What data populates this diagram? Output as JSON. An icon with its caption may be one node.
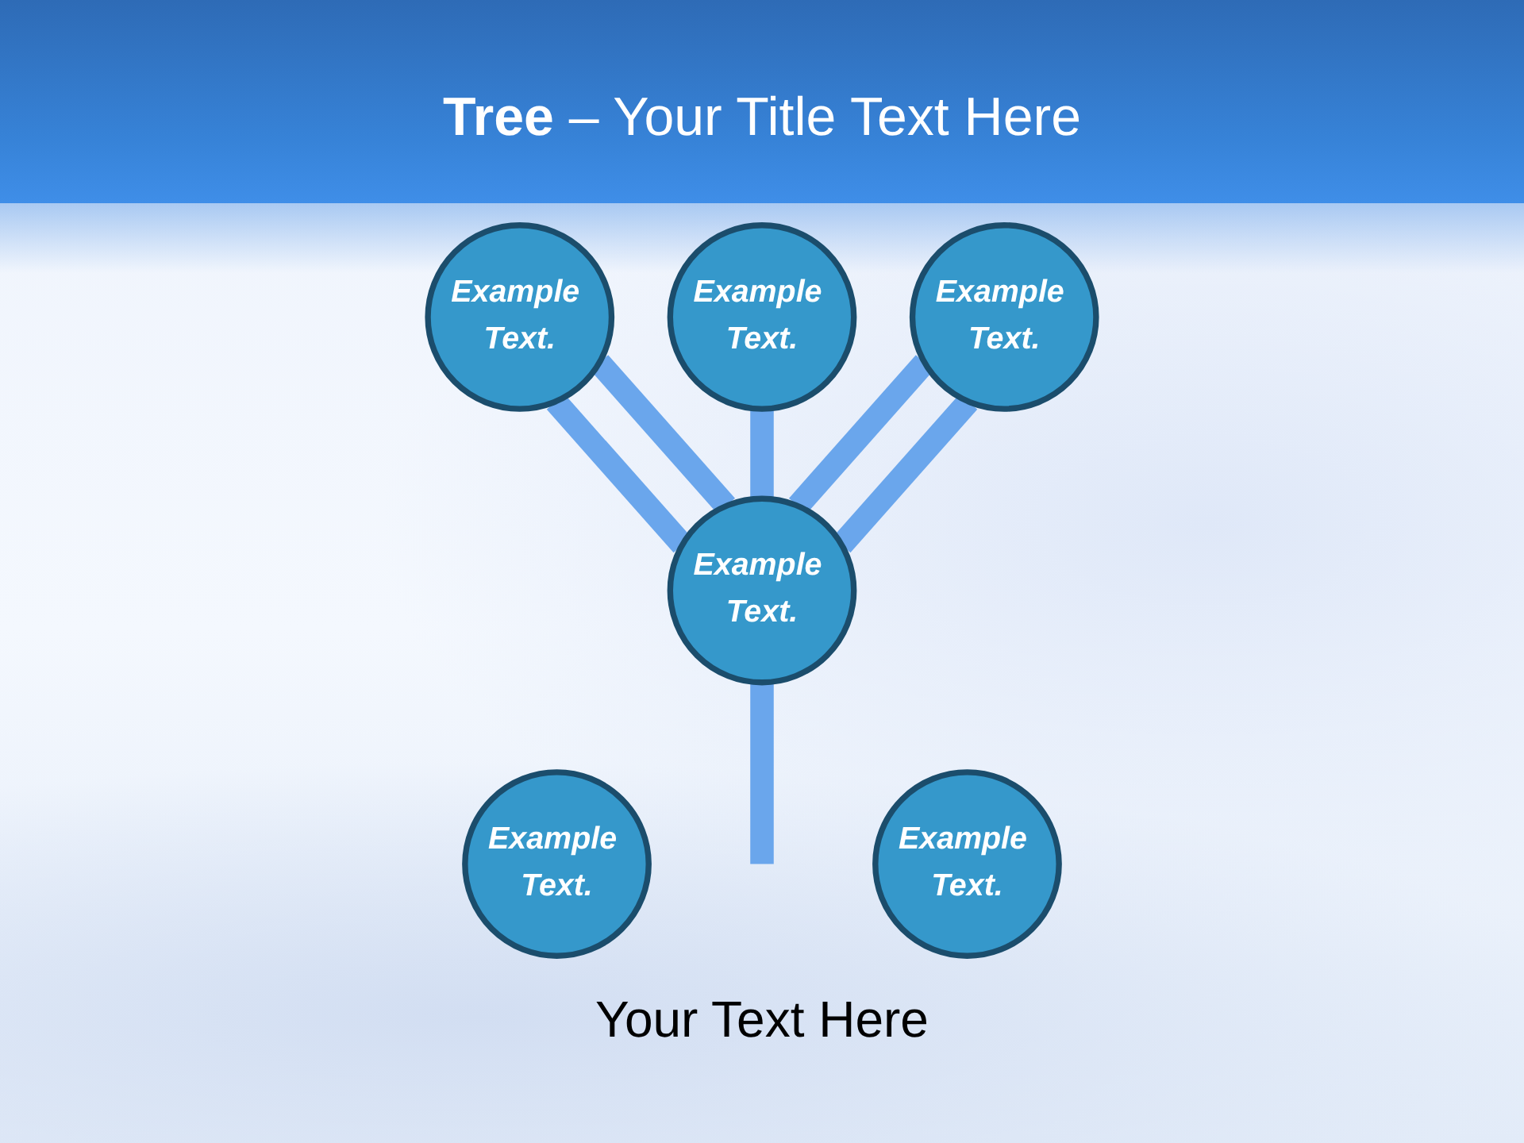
{
  "diagram": {
    "title": "**Tree** – Your Title Text Here",
    "nodes": [
      {
        "text": [
          "Example Text."
        ]
      },
      {
        "text": [
          "Example Text."
        ]
      },
      {
        "text": [
          "Example Text."
        ]
      },
      {
        "text": [
          "Example Text."
        ]
      },
      {
        "text": [
          "Example Text."
        ]
      },
      {
        "text": [
          "Example Text."
        ]
      }
    ],
    "edges": [
      {
        "from": 4,
        "to": 1,
        "arrow": "none"
      },
      {
        "from": 4,
        "to": 0,
        "arrow": "none"
      },
      {
        "from": 4,
        "to": 2,
        "arrow": "none"
      },
      {
        "from": 4,
        "to": 1,
        "arrow": "none"
      },
      {
        "from": 4,
        "to": 2,
        "arrow": "none"
      },
      {
        "from": null,
        "to": 4,
        "arrow": "none"
      }
    ],
    "caption": "Your Text Here"
  }
}
